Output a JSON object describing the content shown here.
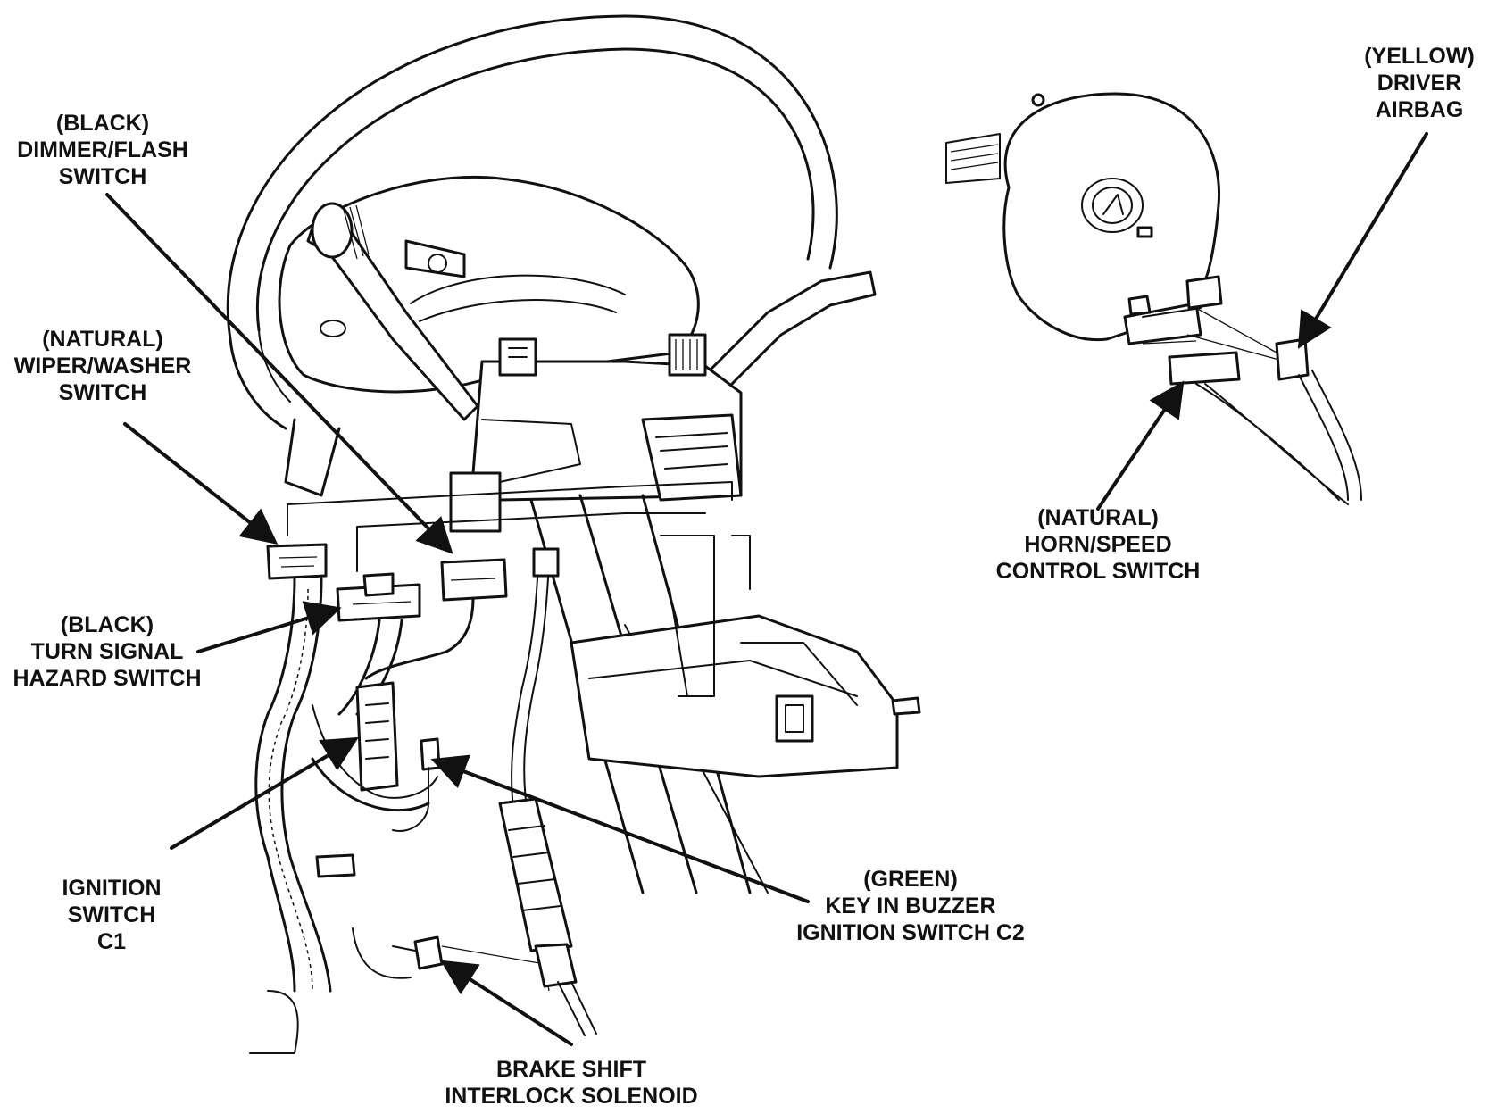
{
  "callouts": {
    "dimmer_flash": {
      "l1": "(BLACK)",
      "l2": "DIMMER/FLASH",
      "l3": "SWITCH"
    },
    "wiper_washer": {
      "l1": "(NATURAL)",
      "l2": "WIPER/WASHER",
      "l3": "SWITCH"
    },
    "turn_signal": {
      "l1": "(BLACK)",
      "l2": "TURN SIGNAL",
      "l3": "HAZARD SWITCH"
    },
    "ignition_c1": {
      "l1": "IGNITION",
      "l2": "SWITCH",
      "l3": "C1"
    },
    "brake_shift": {
      "l1": "BRAKE SHIFT",
      "l2": "INTERLOCK SOLENOID"
    },
    "key_buzzer": {
      "l1": "(GREEN)",
      "l2": "KEY IN BUZZER",
      "l3": "IGNITION SWITCH C2"
    },
    "horn_speed": {
      "l1": "(NATURAL)",
      "l2": "HORN/SPEED",
      "l3": "CONTROL SWITCH"
    },
    "driver_airbag": {
      "l1": "(YELLOW)",
      "l2": "DRIVER",
      "l3": "AIRBAG"
    }
  },
  "colors": {
    "ink": "#111111",
    "background": "#ffffff"
  }
}
